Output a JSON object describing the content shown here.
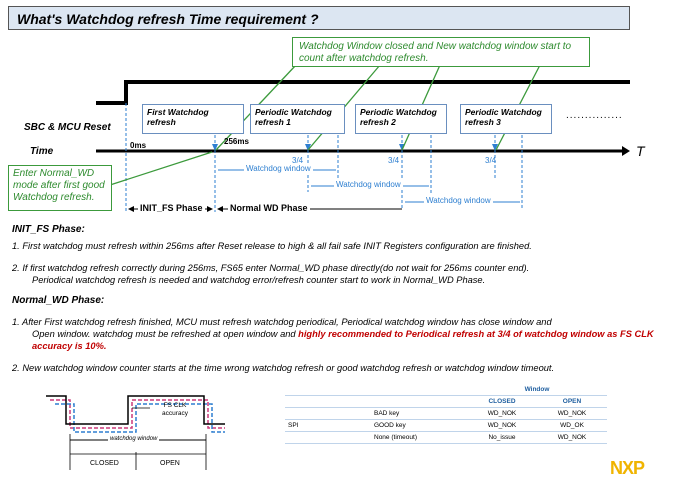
{
  "title": "What's Watchdog refresh Time requirement ?",
  "timing": {
    "note_top": "Watchdog Window closed and New watchdog window start to count after watchdog refresh.",
    "note_left": "Enter Normal_WD mode after first good Watchdog refresh.",
    "sbc_label": "SBC & MCU Reset",
    "time_label": "Time",
    "t_label": "T",
    "ms0": "0ms",
    "ms256": "256ms",
    "boxes": [
      "First Watchdog refresh",
      "Periodic Watchdog refresh 1",
      "Periodic Watchdog refresh 2",
      "Periodic Watchdog refresh 3"
    ],
    "dots": "...............",
    "three_quarter": "3/4",
    "window_label": "Watchdog window",
    "init_phase": "INIT_FS Phase",
    "normal_phase": "Normal WD Phase"
  },
  "init_section": {
    "heading": "INIT_FS Phase:",
    "item1": "1.   First watchdog must refresh within 256ms after Reset release to high & all fail safe INIT Registers configuration are finished.",
    "item2a": "2.   If first watchdog refresh correctly during 256ms, FS65 enter Normal_WD phase directly(do not wait for 256ms counter end).",
    "item2b": "Periodical watchdog refresh is needed and watchdog error/refresh counter start to work in Normal_WD Phase."
  },
  "normal_section": {
    "heading": "Normal_WD Phase:",
    "item1a": "1.   After First watchdog refresh finished, MCU must refresh watchdog periodical, Periodical watchdog window has close window and",
    "item1b": "Open window. watchdog must be refreshed at open window and ",
    "item1_red": "highly recommended to Periodical refresh at 3/4 of watchdog window as FS CLK accuracy is 10%.",
    "item2": "2.   New watchdog window counter starts at the time wrong watchdog refresh or good watchdog refresh or watchdog window timeout."
  },
  "small_diagram": {
    "fs_clk": "FS CLK accuracy",
    "window": "watchdog window",
    "closed": "CLOSED",
    "open": "OPEN"
  },
  "table": {
    "group_header": "Window",
    "col_closed": "CLOSED",
    "col_open": "OPEN",
    "row_label": "SPI",
    "rows": [
      {
        "key": "BAD key",
        "closed": "WD_NOK",
        "open": "WD_NOK"
      },
      {
        "key": "GOOD key",
        "closed": "WD_NOK",
        "open": "WD_OK"
      },
      {
        "key": "None (timeout)",
        "closed": "No_issue",
        "open": "WD_NOK"
      }
    ]
  },
  "logo": "NXP"
}
